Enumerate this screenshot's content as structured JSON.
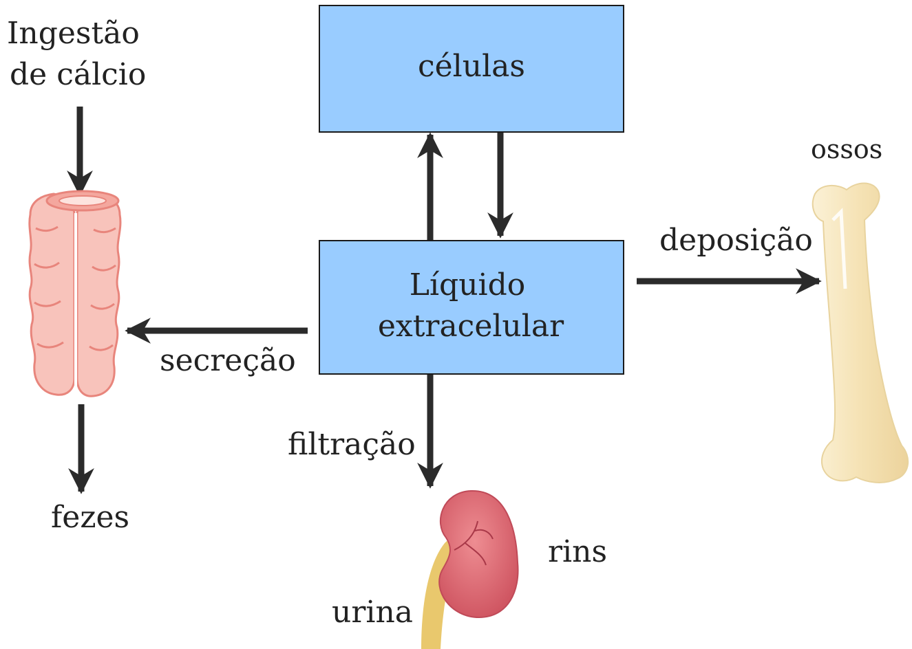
{
  "boxes": {
    "cells": "células",
    "ecf_line1": "Líquido",
    "ecf_line2": "extracelular"
  },
  "labels": {
    "intake_line1": "Ingestão",
    "intake_line2": "de cálcio",
    "bones": "ossos",
    "deposition": "deposição",
    "secretion": "secreção",
    "filtration": "filtração",
    "feces": "fezes",
    "kidneys": "rins",
    "urine": "urina"
  },
  "icons": [
    "intestine-icon",
    "kidney-icon",
    "bone-icon"
  ],
  "colors": {
    "box_fill": "#99ccff",
    "arrow": "#2b2b2b",
    "intestine": "#f6b8b0",
    "kidney": "#d9626c",
    "bone": "#f7e7bd",
    "ureter": "#e6c870"
  }
}
